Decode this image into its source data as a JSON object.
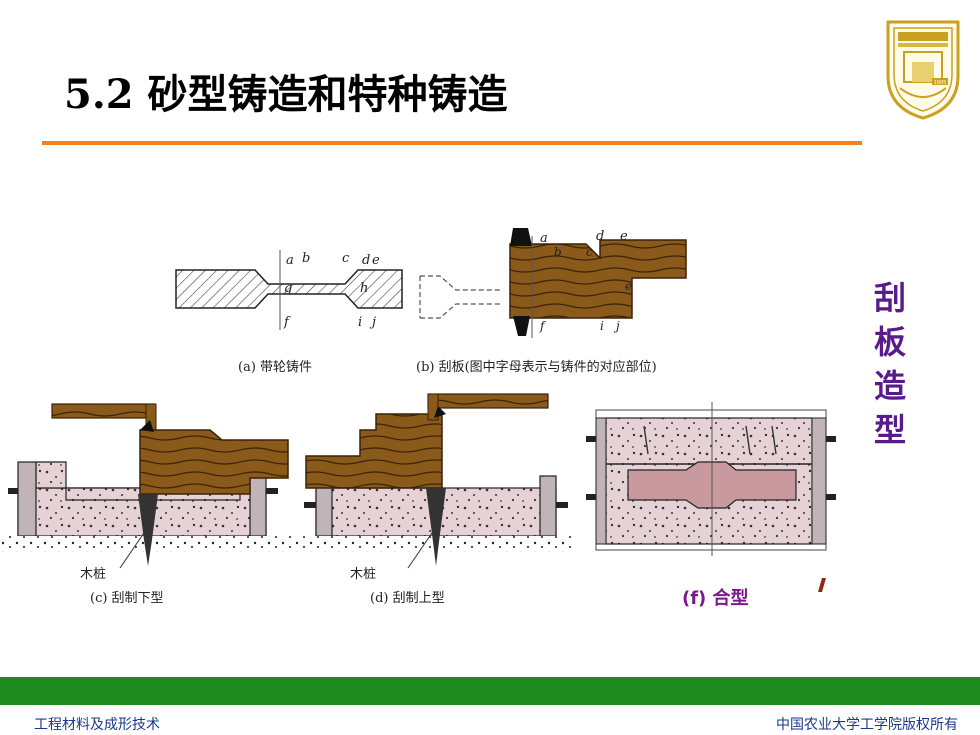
{
  "slide": {
    "title": "5.2  砂型铸造和特种铸造",
    "side_label": [
      "刮",
      "板",
      "造",
      "型"
    ],
    "logo_text": "1905"
  },
  "figure": {
    "captions": {
      "a": "(a) 带轮铸件",
      "b": "(b) 刮板(图中字母表示与铸件的对应部位)",
      "c": "(c) 刮制下型",
      "d": "(d) 刮制上型",
      "f": "(f) 合型"
    },
    "stake_label": "木桩",
    "letters": [
      "a",
      "b",
      "c",
      "d",
      "e",
      "f",
      "g",
      "h",
      "i",
      "j"
    ]
  },
  "footer": {
    "left": "工程材料及成形技术",
    "right": "中国农业大学工学院版权所有"
  },
  "colors": {
    "accent_rule": "#f08020",
    "green_bar": "#1f8a1f",
    "side_label": "#5a1a8c",
    "wood": "#8a5a1a",
    "sand": "#e6d2d6"
  }
}
